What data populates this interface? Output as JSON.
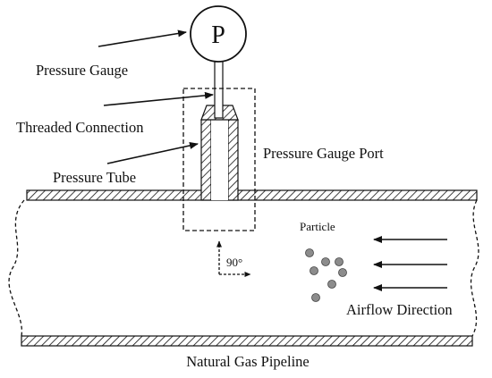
{
  "gauge": {
    "letter": "P"
  },
  "labels": {
    "pressure_gauge": "Pressure Gauge",
    "threaded_connection": "Threaded Connection",
    "pressure_tube": "Pressure Tube",
    "pressure_gauge_port": "Pressure Gauge Port",
    "particle": "Particle",
    "angle": "90°",
    "airflow_direction": "Airflow Direction",
    "pipeline": "Natural Gas Pipeline"
  },
  "colors": {
    "line": "#111111",
    "particle_fill": "#8c8c8c",
    "background": "#ffffff"
  }
}
